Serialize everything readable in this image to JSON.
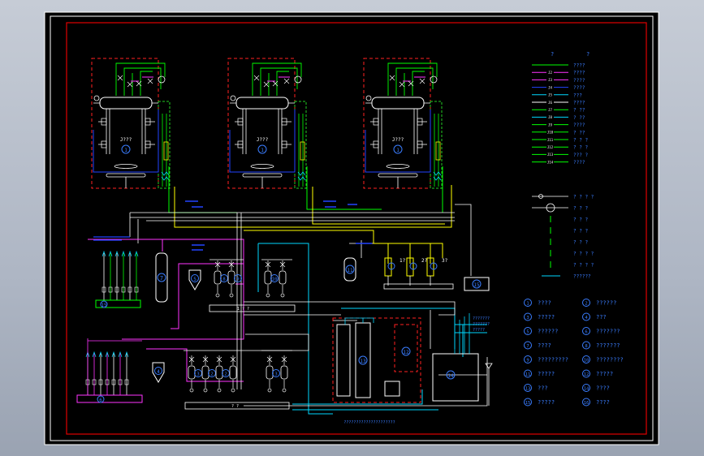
{
  "colors": {
    "background": "#000000",
    "frame": "#ffffff",
    "border": "#e00000",
    "steam": "#00ff00",
    "water": "#00d8ff",
    "fuel": "#ffff00",
    "pipe_white": "#ffffff",
    "magenta": "#ff33ff",
    "blue": "#2244ff",
    "red_dash": "#ff2020",
    "green_dash": "#22cc22",
    "label_blue": "#3a7dff"
  },
  "boilers": [
    {
      "label": "J???",
      "num": "1"
    },
    {
      "label": "J???",
      "num": "1"
    },
    {
      "label": "J???",
      "num": "1"
    }
  ],
  "pumps_top": [
    {
      "label": "1?"
    },
    {
      "label": "2?"
    },
    {
      "label": "3?"
    }
  ],
  "legend_lines": {
    "header_left": "?",
    "header_right": "?",
    "items": [
      {
        "code": "",
        "text": "????",
        "color": "#00ff00"
      },
      {
        "code": "J2",
        "text": "????",
        "color": "#ff33ff"
      },
      {
        "code": "J3",
        "text": "????",
        "color": "#ff33ff"
      },
      {
        "code": "J4",
        "text": "????",
        "color": "#2244ff"
      },
      {
        "code": "J5",
        "text": "???",
        "color": "#00d8ff"
      },
      {
        "code": "J6",
        "text": "????",
        "color": "#ffffff"
      },
      {
        "code": "J7",
        "text": "? ??",
        "color": "#00ff00"
      },
      {
        "code": "J8",
        "text": "? ??",
        "color": "#00d8ff"
      },
      {
        "code": "J9",
        "text": "????",
        "color": "#00ff00"
      },
      {
        "code": "J10",
        "text": "? ??",
        "color": "#00ff00"
      },
      {
        "code": "J11",
        "text": "? ? ?",
        "color": "#00ff00"
      },
      {
        "code": "J12",
        "text": "? ? ?",
        "color": "#00ff00"
      },
      {
        "code": "J13",
        "text": "??? ?",
        "color": "#00ff00"
      },
      {
        "code": "J14",
        "text": "????",
        "color": "#00ff00"
      }
    ],
    "symbols": [
      {
        "text": "? ? ? ?"
      },
      {
        "text": "? ? ?"
      },
      {
        "text": "? ? ?"
      },
      {
        "text": "? ? ?"
      },
      {
        "text": "? ? ?"
      },
      {
        "text": "? ? ? ?"
      },
      {
        "text": "? ? ? ?"
      },
      {
        "text": "??????"
      }
    ]
  },
  "equipment_legend": [
    {
      "num": "1",
      "text": "????"
    },
    {
      "num": "2",
      "text": "??????"
    },
    {
      "num": "3",
      "text": "?????"
    },
    {
      "num": "4",
      "text": "???"
    },
    {
      "num": "5",
      "text": "??????"
    },
    {
      "num": "6",
      "text": "???????"
    },
    {
      "num": "7",
      "text": "????"
    },
    {
      "num": "8",
      "text": "???????"
    },
    {
      "num": "9",
      "text": "?????????"
    },
    {
      "num": "10",
      "text": "????????"
    },
    {
      "num": "11",
      "text": "?????"
    },
    {
      "num": "12",
      "text": "?????"
    },
    {
      "num": "13",
      "text": "???"
    },
    {
      "num": "14",
      "text": "????"
    },
    {
      "num": "15",
      "text": "?????"
    },
    {
      "num": "16",
      "text": "????"
    }
  ],
  "control_panel_labels": [
    "???????",
    "???????",
    "?????"
  ],
  "bottom_caption": "?????????????????????",
  "misc_labels": {
    "heater_1": "1 ? ?",
    "heater_2": "? ?"
  }
}
